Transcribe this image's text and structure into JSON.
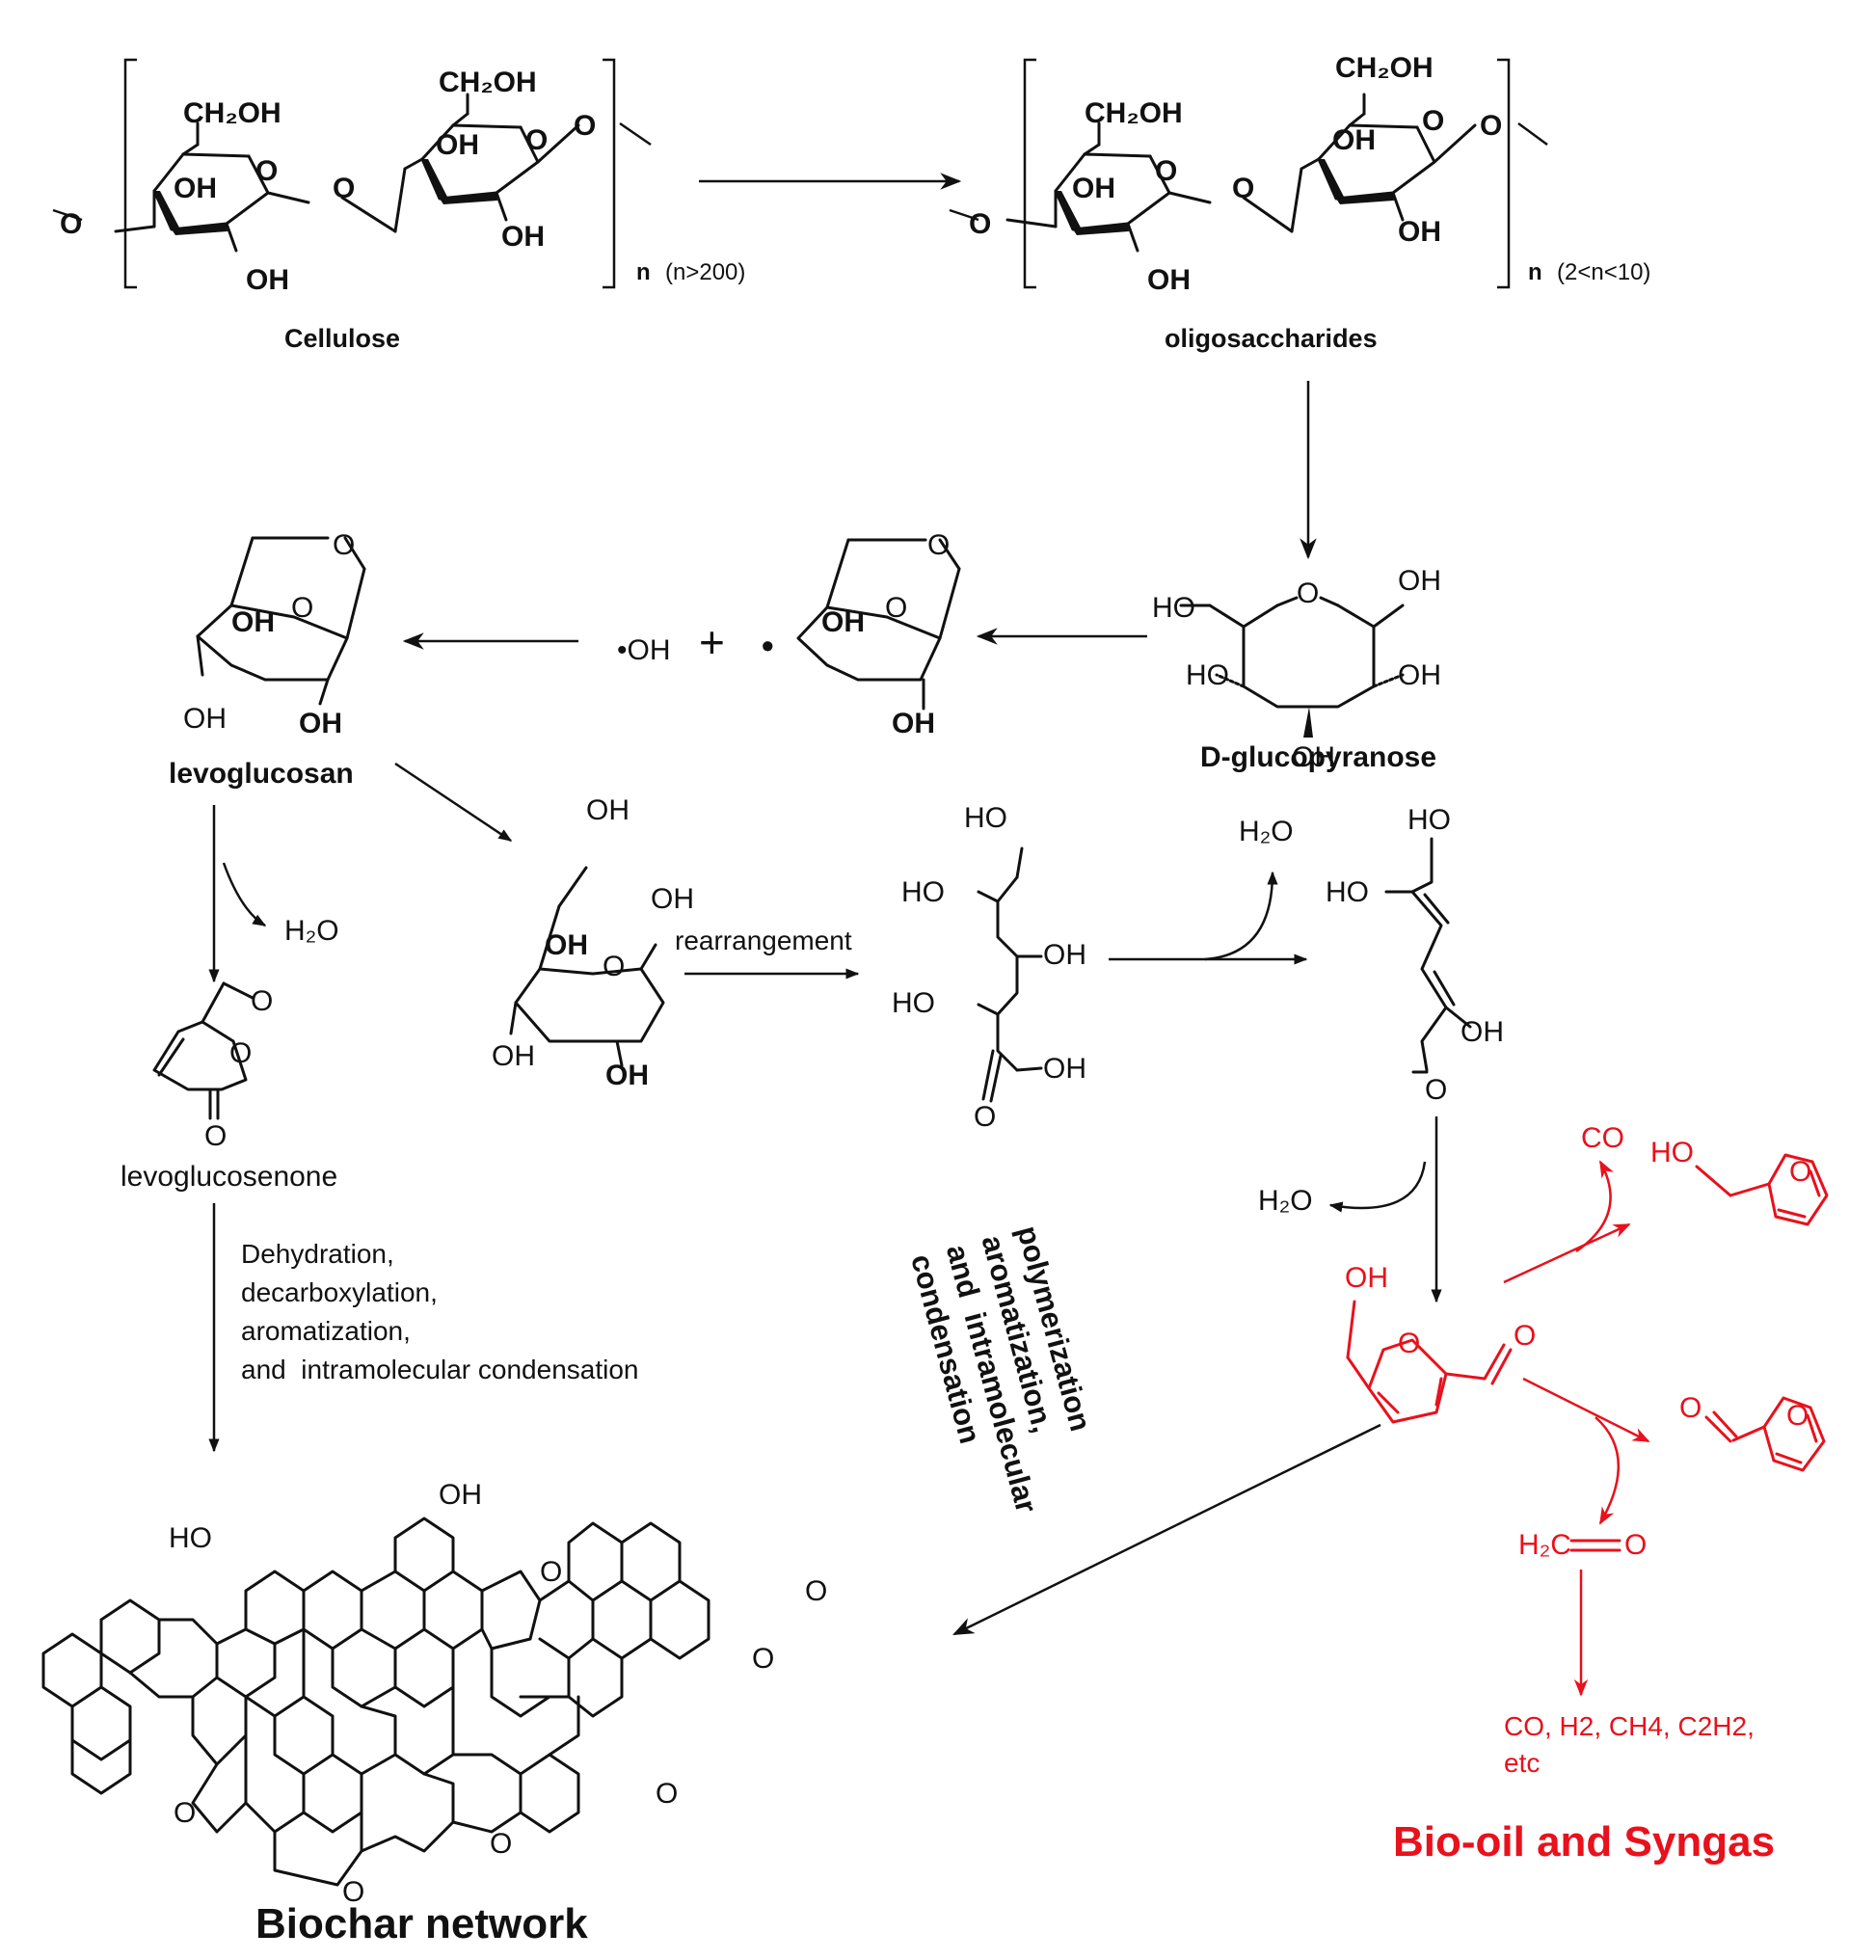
{
  "structures": {
    "cellulose": {
      "name": "Cellulose",
      "repeat_n": "n",
      "repeat_cond": "(n>200)"
    },
    "oligosaccharides": {
      "name": "oligosaccharides",
      "repeat_n": "n",
      "repeat_cond": "(2<n<10)"
    },
    "d_glucopyranose": {
      "name": "D-glucopyranose"
    },
    "levoglucosan": {
      "name": "levoglucosan"
    },
    "levoglucosenone": {
      "name": "levoglucosenone"
    },
    "biochar": {
      "name": "Biochar network"
    }
  },
  "atoms": {
    "ch2oh": "CH₂OH",
    "oh": "OH",
    "ho": "HO",
    "o": "O",
    "h2o": "H₂O",
    "radical_oh": "•OH",
    "plus": "+",
    "radical_dot": "•",
    "co": "CO",
    "h2c": "H₂C"
  },
  "steps": {
    "rearrangement": "rearrangement",
    "dehydration": [
      "Dehydration,",
      "decarboxylation,",
      "aromatization,",
      "and  intramolecular condensation"
    ],
    "polymerization": [
      "polymerization",
      "aromatization,",
      "and  intramolecular",
      "condensation"
    ]
  },
  "gases": [
    "CO, H2, CH4, C2H2,",
    "etc"
  ],
  "bio_oil_title": "Bio-oil and Syngas",
  "colors": {
    "ink": "#111111",
    "bio_oil": "#e8111c",
    "background": "#ffffff"
  }
}
